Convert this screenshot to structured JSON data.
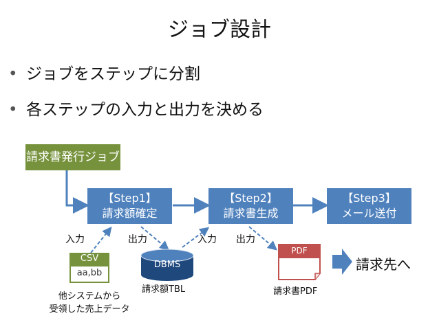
{
  "title": "ジョブ設計",
  "bullets": [
    "ジョブをステップに分割",
    "各ステップの入力と出力を決める"
  ],
  "bullet_symbol": "•",
  "job": {
    "label": "請求書発行ジョブ"
  },
  "steps": [
    {
      "label": "【Step1】",
      "sub": "請求額確定"
    },
    {
      "label": "【Step2】",
      "sub": "請求書生成"
    },
    {
      "label": "【Step3】",
      "sub": "メール送付"
    }
  ],
  "io": {
    "in1": "入力",
    "out1": "出力",
    "in2": "入力",
    "out2": "出力"
  },
  "csv": {
    "head": "CSV",
    "body": "aa,bb",
    "caption1": "他システムから",
    "caption2": "受領した売上データ"
  },
  "dbms": {
    "label": "DBMS",
    "caption": "請求額TBL"
  },
  "pdf": {
    "label": "PDF",
    "caption": "請求書PDF"
  },
  "destination": "請求先へ",
  "colors": {
    "green": "#76923c",
    "blue": "#4f81bd",
    "red": "#c0504d",
    "dark_blue": "#1f497d"
  }
}
